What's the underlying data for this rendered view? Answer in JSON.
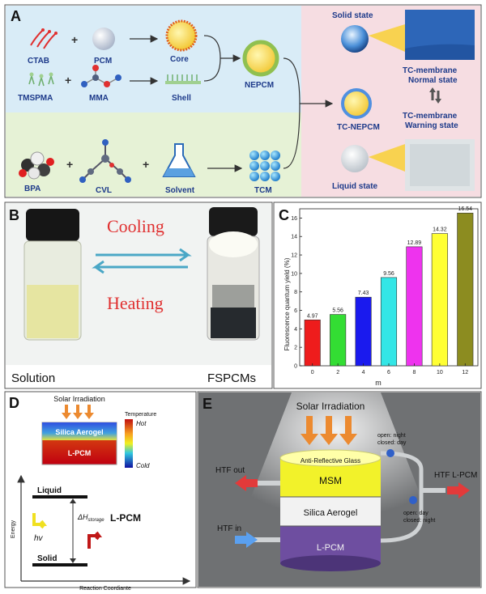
{
  "panel_a": {
    "letter": "A",
    "labels": {
      "ctab": "CTAB",
      "pcm": "PCM",
      "core": "Core",
      "tmspma": "TMSPMA",
      "mma": "MMA",
      "shell": "Shell",
      "nepcm": "NEPCM",
      "bpa": "BPA",
      "cvl": "CVL",
      "solvent": "Solvent",
      "tcm": "TCM",
      "solid_state": "Solid state",
      "tc_nepcm": "TC-NEPCM",
      "liquid_state": "Liquid state",
      "normal_1": "TC-membrane",
      "normal_2": "Normal state",
      "warning_1": "TC-membrane",
      "warning_2": "Warning state"
    },
    "colors": {
      "top_bg": "#d9ecf7",
      "bottom_bg": "#e6f2d6",
      "right_bg": "#f6dde2",
      "label": "#1d3a8a"
    }
  },
  "panel_b": {
    "letter": "B",
    "cooling": "Cooling",
    "heating": "Heating",
    "solution": "Solution",
    "fspcms": "FSPCMs",
    "colors": {
      "text": "#e03030",
      "arrow": "#4aa7c6"
    }
  },
  "panel_c": {
    "letter": "C",
    "chart_data": {
      "type": "bar",
      "categories": [
        "0",
        "2",
        "4",
        "6",
        "8",
        "10",
        "12"
      ],
      "values": [
        4.97,
        5.56,
        7.43,
        9.56,
        12.89,
        14.32,
        16.54
      ],
      "data_labels": [
        "4.97",
        "5.56",
        "7.43",
        "9.56",
        "12.89",
        "14.32",
        "16.54"
      ],
      "colors": [
        "#ee1c1c",
        "#33dd33",
        "#1a1aee",
        "#33e6e6",
        "#ee33ee",
        "#ffff33",
        "#8c8c20"
      ],
      "xlabel": "m",
      "ylabel": "Fluorescence quantum yield (%)",
      "ylim": [
        0,
        17
      ],
      "yticks": [
        0,
        2,
        4,
        6,
        8,
        10,
        12,
        14,
        16
      ],
      "grid": false
    }
  },
  "panel_d": {
    "letter": "D",
    "solar": "Solar Irradiation",
    "temperature": "Temperature",
    "hot": "Hot",
    "cold": "Cold",
    "silica": "Silica Aerogel",
    "lpcm_box": "L-PCM",
    "liquid": "Liquid",
    "solid": "Solid",
    "hv": "hv",
    "dh": "ΔH",
    "dh_sub": "storage",
    "lpcm": "L-PCM",
    "energy": "Energy",
    "coord": "Reaction Coordiante"
  },
  "panel_e": {
    "letter": "E",
    "solar": "Solar Irradiation",
    "arg": "Anti-Reflective Glass",
    "msm": "MSM",
    "silica": "Silica Aerogel",
    "lpcm": "L-PCM",
    "htf_out": "HTF out",
    "htf_in": "HTF in",
    "htf_lpcm": "HTF L-PCM",
    "valve_top_1": "open: night",
    "valve_top_2": "closed: day",
    "valve_bot_1": "open: day",
    "valve_bot_2": "closed: night"
  }
}
